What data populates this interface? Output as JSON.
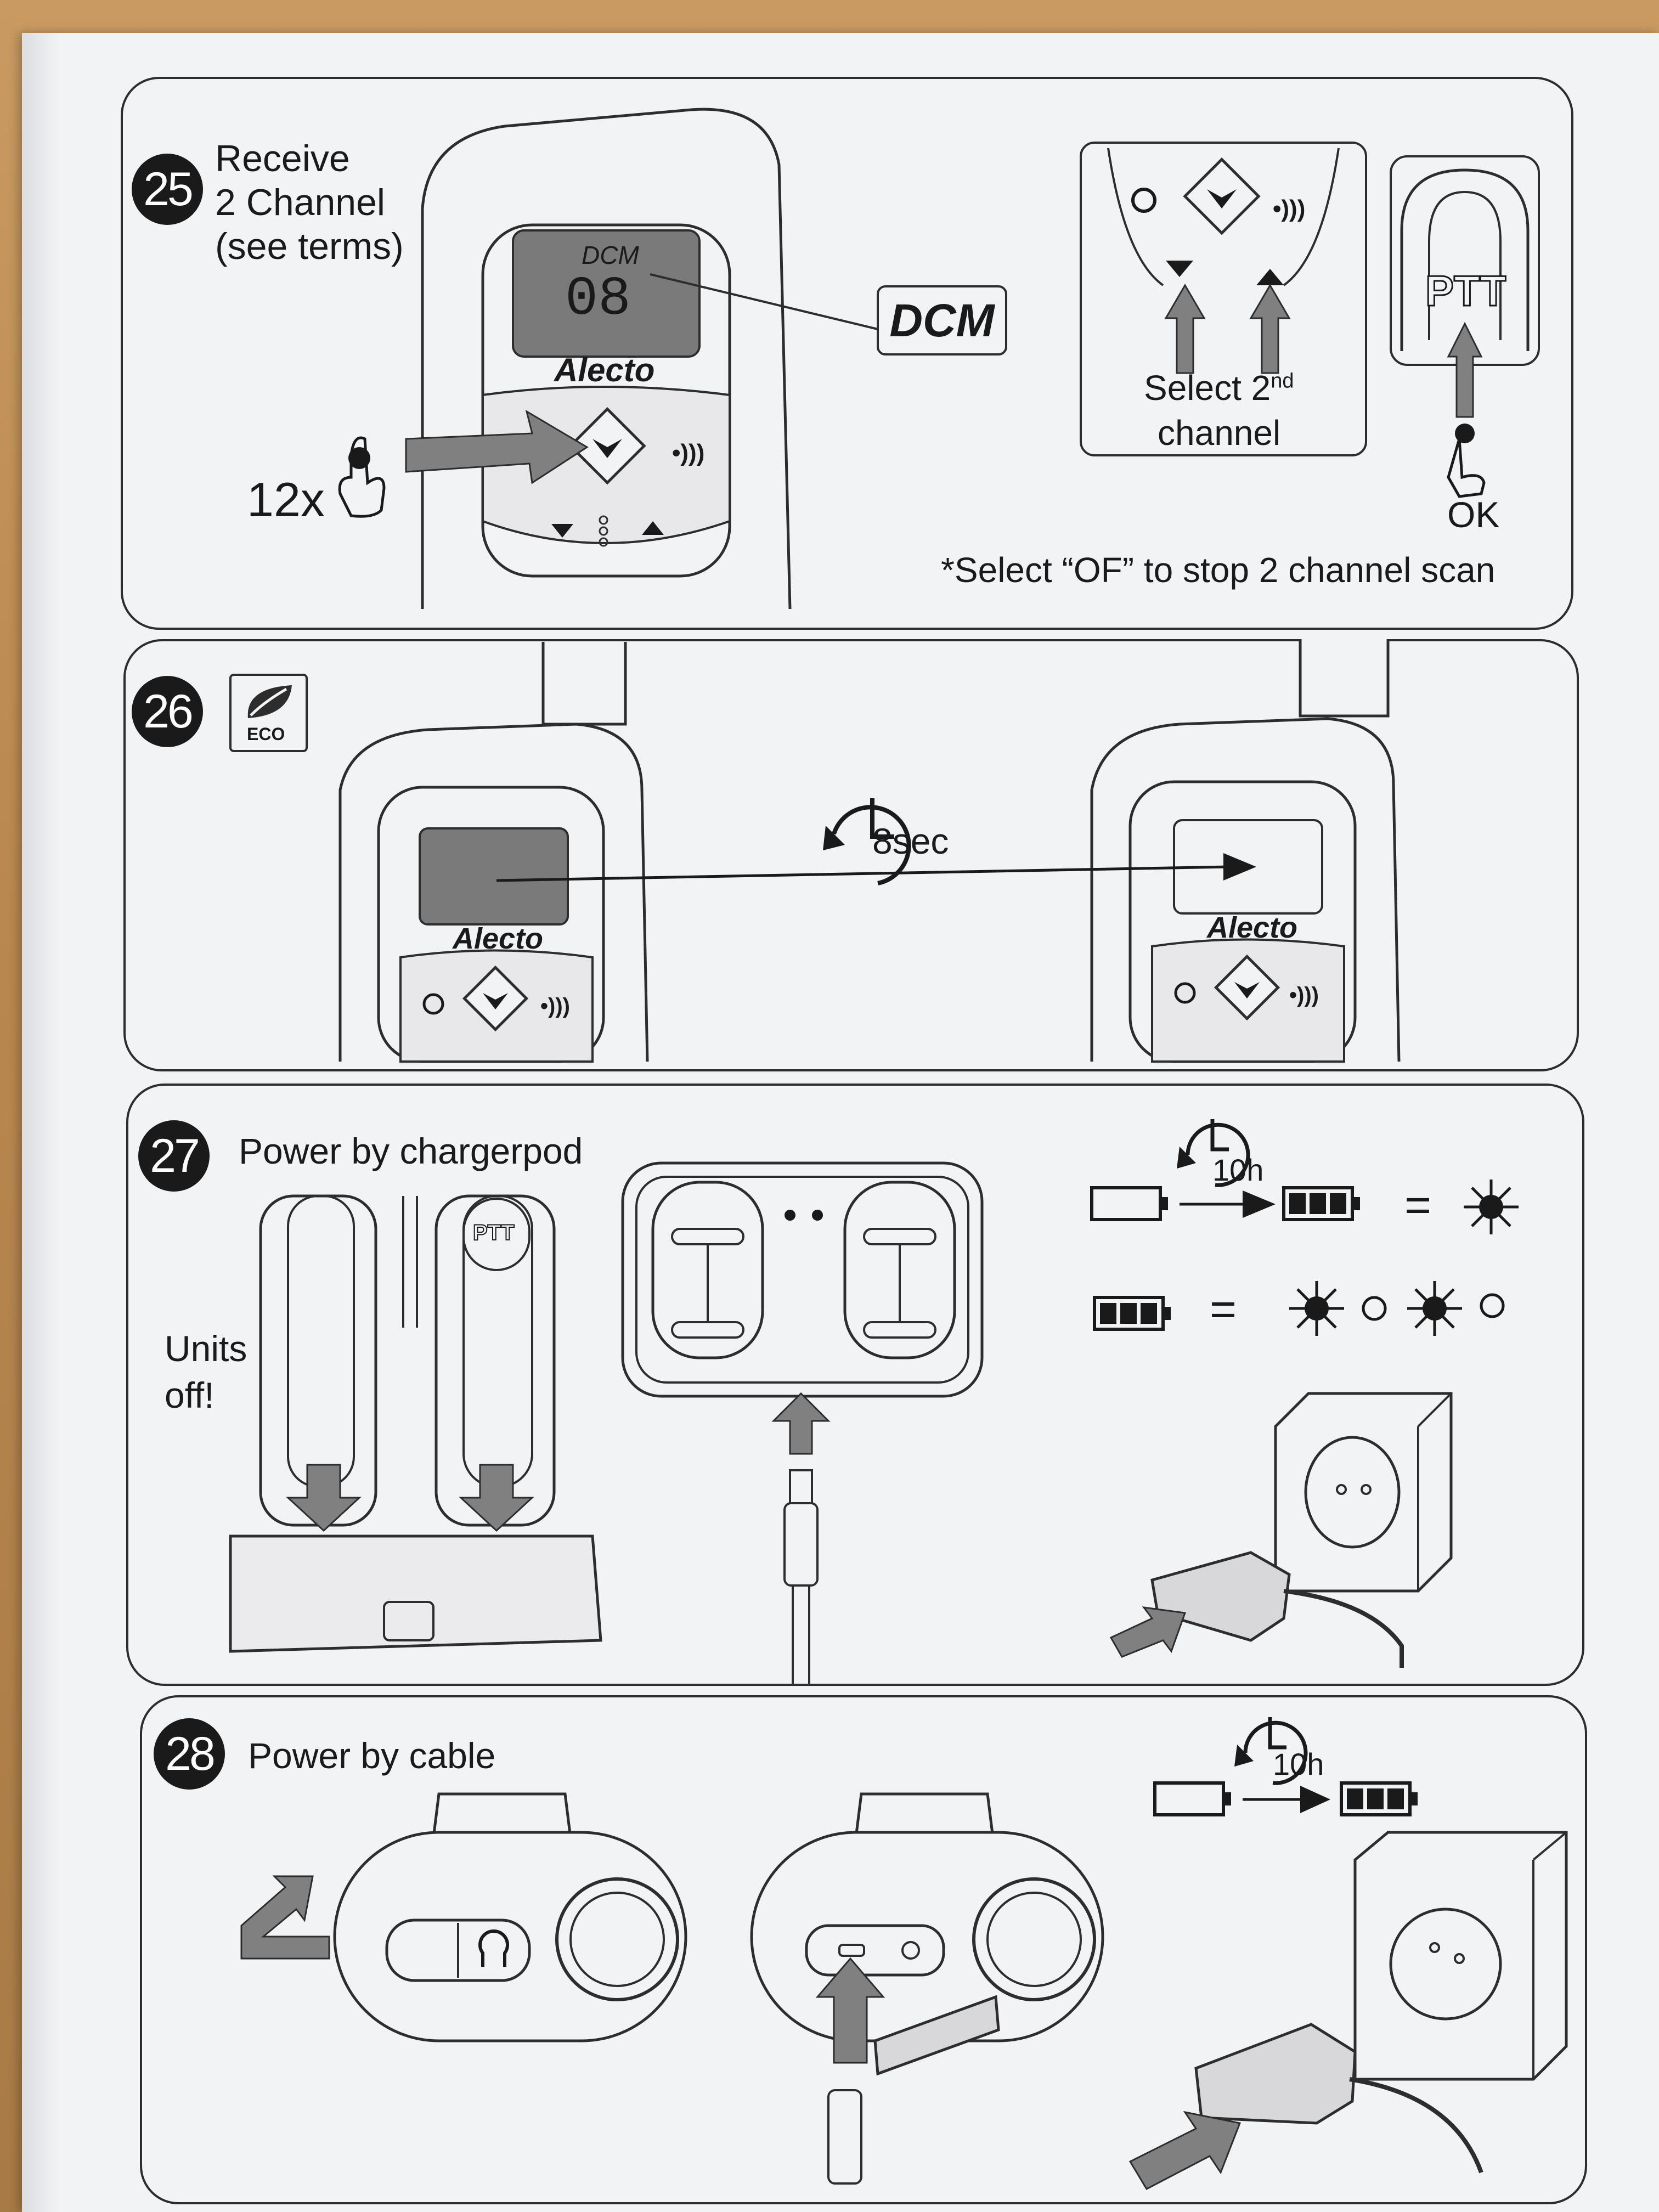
{
  "steps": [
    {
      "number": "25",
      "title_lines": [
        "Receive",
        "2 Channel",
        "(see terms)"
      ],
      "display_mode": "DCM",
      "display_channel": "08",
      "callout": "DCM",
      "brand": "Alecto",
      "press_count": "12x",
      "select_lines": [
        "Select 2",
        "channel"
      ],
      "select_sup": "nd",
      "ptt_label": "PTT",
      "ok_label": "OK",
      "footnote": "*Select “OF” to stop 2 channel scan"
    },
    {
      "number": "26",
      "eco_label": "ECO",
      "timer_label": "8sec",
      "brand": "Alecto"
    },
    {
      "number": "27",
      "title": "Power by chargerpod",
      "ptt_label": "PTT",
      "units_off_lines": [
        "Units",
        "off!"
      ],
      "timer_label": "10h",
      "equals": "="
    },
    {
      "number": "28",
      "title": "Power by cable",
      "timer_label": "10h"
    }
  ]
}
